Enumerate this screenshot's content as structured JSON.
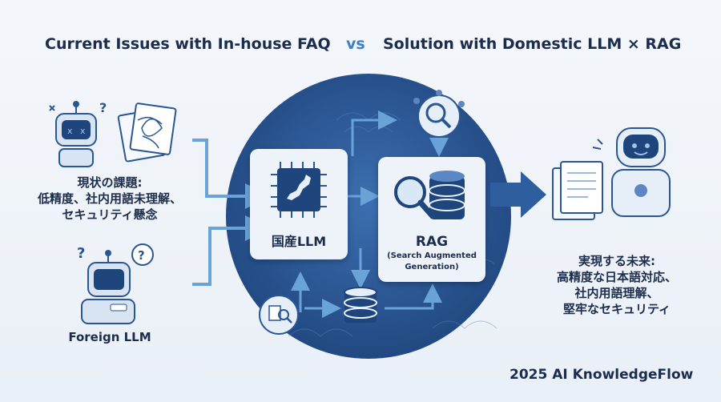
{
  "header": {
    "left_title": "Current Issues with In-house FAQ",
    "vs": "vs",
    "right_title": "Solution with Domestic LLM × RAG"
  },
  "current": {
    "line1": "現状の課題:",
    "line2": "低精度、社内用語未理解、",
    "line3": "セキュリティ懸念"
  },
  "foreign": {
    "label": "Foreign LLM"
  },
  "domestic": {
    "label": "国産LLM"
  },
  "rag": {
    "label": "RAG",
    "sub1": "(Search Augmented",
    "sub2": "Generation)"
  },
  "future": {
    "line1": "実現する未来:",
    "line2": "高精度な日本語対応、",
    "line3": "社内用語理解、",
    "line4": "堅牢なセキュリティ"
  },
  "footer": {
    "brand": "2025 AI KnowledgeFlow"
  },
  "colors": {
    "navy": "#1c2c4c",
    "accent": "#3f7fc4",
    "circle": "#2a5694",
    "arrow": "#6aa3d8"
  }
}
